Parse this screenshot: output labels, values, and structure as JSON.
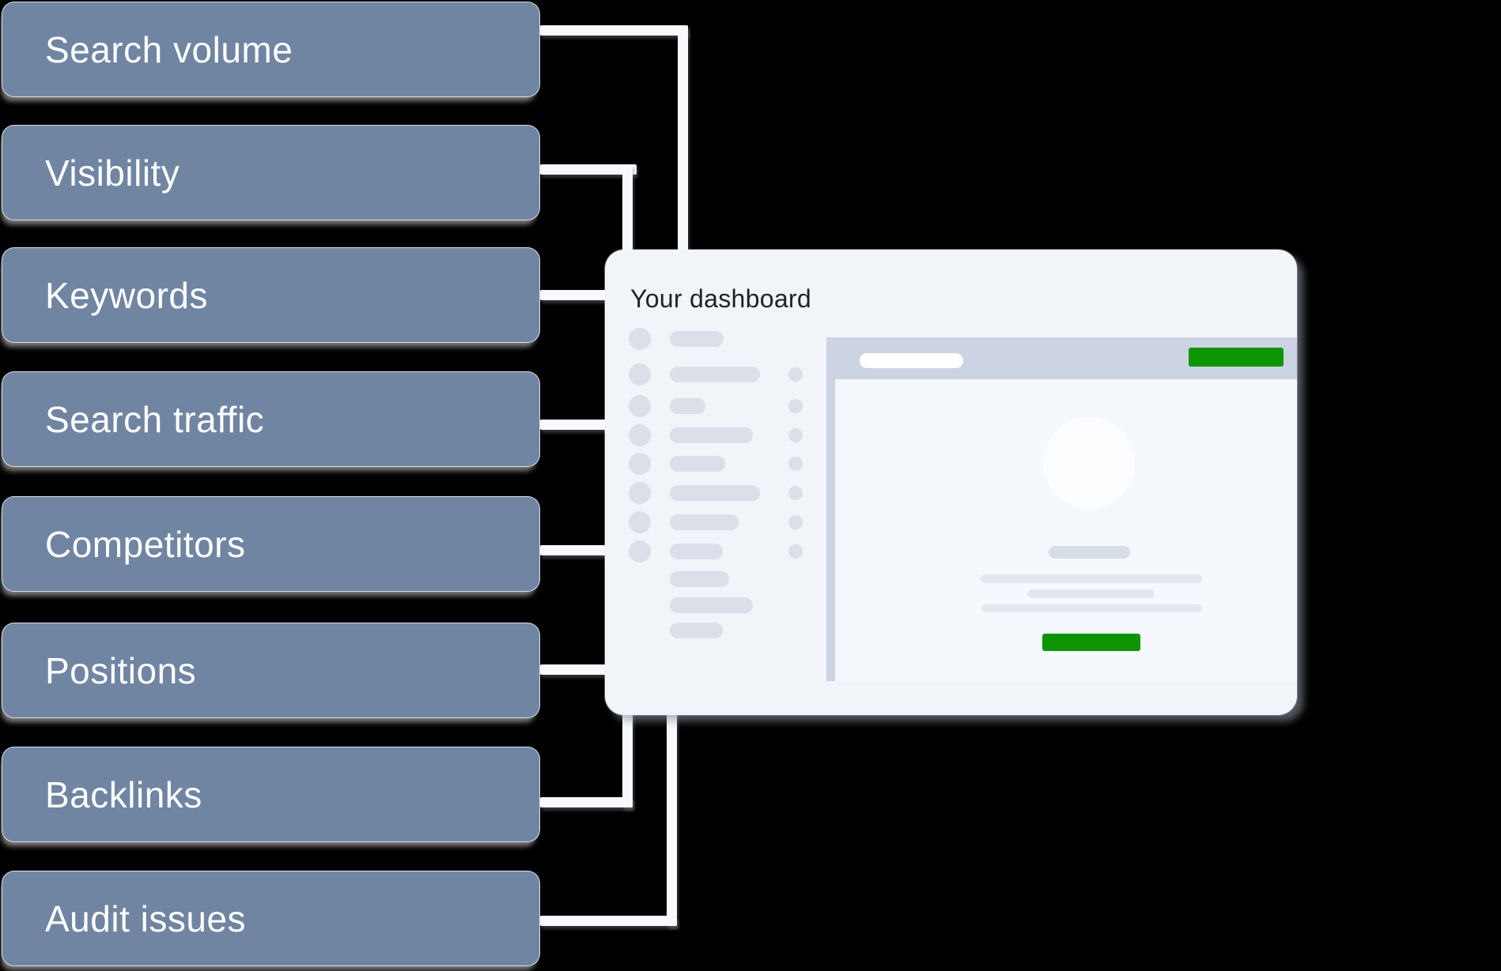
{
  "diagram": {
    "nodes": [
      {
        "label": "Search volume"
      },
      {
        "label": "Visibility"
      },
      {
        "label": "Keywords"
      },
      {
        "label": "Search traffic"
      },
      {
        "label": "Competitors"
      },
      {
        "label": "Positions"
      },
      {
        "label": "Backlinks"
      },
      {
        "label": "Audit issues"
      }
    ]
  },
  "dashboard": {
    "title": "Your dashboard"
  },
  "colors": {
    "background": "#000000",
    "node": "#7085A2",
    "node_text": "#FFFFFF",
    "connector": "#F7F9FC",
    "card": "#F1F4F9",
    "band": "#CCD4E3",
    "skeleton": "#DADFE9",
    "skeleton_dark": "#D7DDE7",
    "window_body": "#F5F8FC",
    "line": "#E3E8F0",
    "green": "#0D9500",
    "title_text": "#1F2227",
    "white": "#FFFFFF"
  }
}
